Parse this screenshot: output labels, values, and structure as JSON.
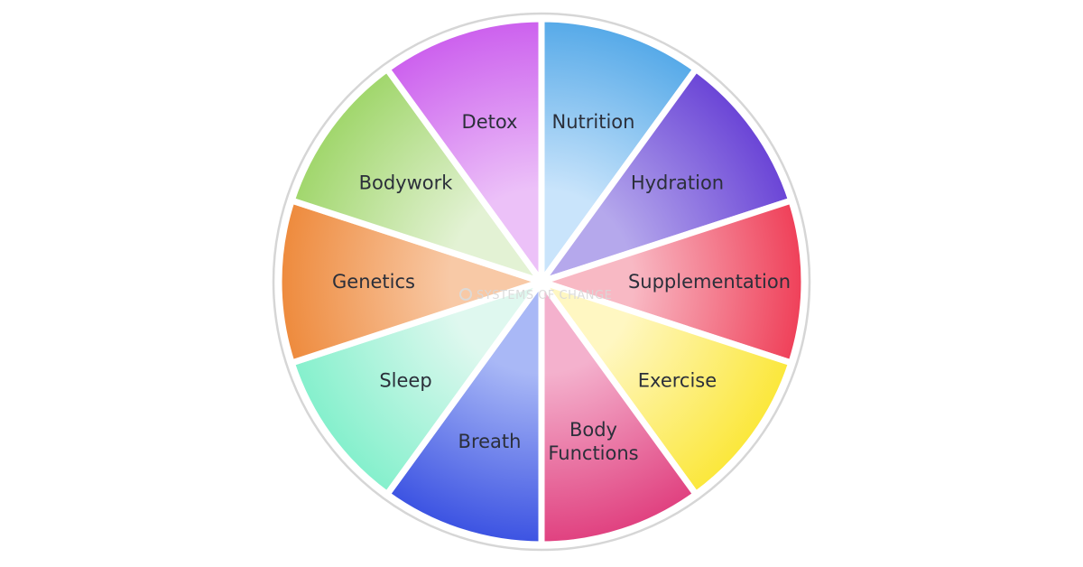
{
  "wheel": {
    "segments": [
      {
        "label_lines": [
          "Nutrition"
        ],
        "color_inner": "#c9e4fb",
        "color_outer": "#55a9e8"
      },
      {
        "label_lines": [
          "Hydration"
        ],
        "color_inner": "#b5a8ec",
        "color_outer": "#6a44d6"
      },
      {
        "label_lines": [
          "Supplementation"
        ],
        "color_inner": "#f8b9c4",
        "color_outer": "#ef3f58"
      },
      {
        "label_lines": [
          "Exercise"
        ],
        "color_inner": "#fff7c2",
        "color_outer": "#fbe73a"
      },
      {
        "label_lines": [
          "Body",
          "Functions"
        ],
        "color_inner": "#f4b1cd",
        "color_outer": "#e0407f"
      },
      {
        "label_lines": [
          "Breath"
        ],
        "color_inner": "#a9b8f6",
        "color_outer": "#3b52e2"
      },
      {
        "label_lines": [
          "Sleep"
        ],
        "color_inner": "#dff8ef",
        "color_outer": "#84f0cc"
      },
      {
        "label_lines": [
          "Genetics"
        ],
        "color_inner": "#f8c9a6",
        "color_outer": "#ee8a3c"
      },
      {
        "label_lines": [
          "Bodywork"
        ],
        "color_inner": "#e3f2d4",
        "color_outer": "#a0d66b"
      },
      {
        "label_lines": [
          "Detox"
        ],
        "color_inner": "#ecc1f8",
        "color_outer": "#cc60ee"
      }
    ]
  },
  "watermark": {
    "text": "SYSTEMS OF CHANGE"
  }
}
